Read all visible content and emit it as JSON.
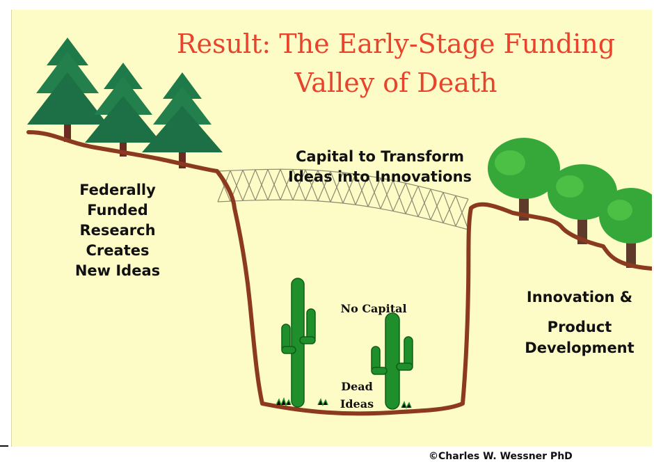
{
  "title_line1": "Result: The Early-Stage Funding",
  "title_line2": "Valley of Death",
  "left_label": [
    "Federally",
    "Funded",
    "Research",
    "Creates",
    "New Ideas"
  ],
  "bridge_label": [
    "Capital to Transform",
    "Ideas into Innovations"
  ],
  "right_label": [
    "Innovation &",
    "Product",
    "Development"
  ],
  "no_capital": "No Capital",
  "dead_ideas": [
    "Dead",
    "Ideas"
  ],
  "credit": "©Charles W. Wessner PhD",
  "colors": {
    "background": "#fdfbc6",
    "title": "#e8432c",
    "ground": "#8b3a1f",
    "bridge": "#8a8a70",
    "pine": "#1f7a4a",
    "deciduous": "#36a83a",
    "cactus": "#1e8f2a"
  }
}
